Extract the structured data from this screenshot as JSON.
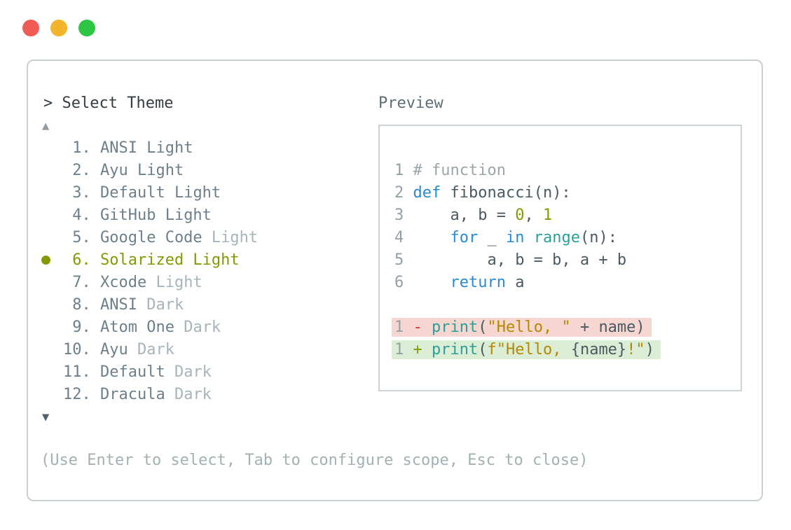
{
  "colors": {
    "traffic_red": "#f05c54",
    "traffic_yellow": "#f3b32b",
    "traffic_green": "#2dc643",
    "window_border": "#c9d0d2",
    "header_text": "#333e44",
    "label_text": "#5c6e76",
    "item_text": "#6c7f8a",
    "item_dim": "#a7b4ba",
    "selected": "#859900",
    "hint_text": "#a2b1b1",
    "kw_blue": "#268bd2",
    "fn_teal": "#2aa198",
    "num_olive": "#859900",
    "str_yellow": "#b58900",
    "diff_red": "#dc322f",
    "removed_bg": "#f5d6d1",
    "added_bg": "#dcedd5"
  },
  "header": {
    "prompt": ">",
    "title": "Select Theme"
  },
  "theme_list": {
    "scroll_up_icon": "▲",
    "scroll_down_icon": "▼",
    "items": [
      {
        "number": "1.",
        "name": "ANSI",
        "variant": "Light",
        "variant_dimmed": false,
        "selected": false
      },
      {
        "number": "2.",
        "name": "Ayu",
        "variant": "Light",
        "variant_dimmed": false,
        "selected": false
      },
      {
        "number": "3.",
        "name": "Default",
        "variant": "Light",
        "variant_dimmed": false,
        "selected": false
      },
      {
        "number": "4.",
        "name": "GitHub",
        "variant": "Light",
        "variant_dimmed": false,
        "selected": false
      },
      {
        "number": "5.",
        "name": "Google Code",
        "variant": "Light",
        "variant_dimmed": true,
        "selected": false
      },
      {
        "number": "6.",
        "name": "Solarized",
        "variant": "Light",
        "variant_dimmed": false,
        "selected": true
      },
      {
        "number": "7.",
        "name": "Xcode",
        "variant": "Light",
        "variant_dimmed": true,
        "selected": false
      },
      {
        "number": "8.",
        "name": "ANSI",
        "variant": "Dark",
        "variant_dimmed": true,
        "selected": false
      },
      {
        "number": "9.",
        "name": "Atom One",
        "variant": "Dark",
        "variant_dimmed": true,
        "selected": false
      },
      {
        "number": "10.",
        "name": "Ayu",
        "variant": "Dark",
        "variant_dimmed": true,
        "selected": false
      },
      {
        "number": "11.",
        "name": "Default",
        "variant": "Dark",
        "variant_dimmed": true,
        "selected": false
      },
      {
        "number": "12.",
        "name": "Dracula",
        "variant": "Dark",
        "variant_dimmed": true,
        "selected": false
      }
    ]
  },
  "preview": {
    "label": "Preview",
    "lines": [
      {
        "num": "1",
        "tokens": [
          {
            "t": "# function",
            "c": "comment"
          }
        ]
      },
      {
        "num": "2",
        "tokens": [
          {
            "t": "def",
            "c": "kw"
          },
          {
            "t": " fibonacci(n):",
            "c": "plain"
          }
        ]
      },
      {
        "num": "3",
        "tokens": [
          {
            "t": "    a, b = ",
            "c": "plain"
          },
          {
            "t": "0",
            "c": "num"
          },
          {
            "t": ", ",
            "c": "plain"
          },
          {
            "t": "1",
            "c": "num"
          }
        ]
      },
      {
        "num": "4",
        "tokens": [
          {
            "t": "    ",
            "c": "plain"
          },
          {
            "t": "for",
            "c": "kw"
          },
          {
            "t": " _ ",
            "c": "plain"
          },
          {
            "t": "in",
            "c": "kw"
          },
          {
            "t": " ",
            "c": "plain"
          },
          {
            "t": "range",
            "c": "fn"
          },
          {
            "t": "(n):",
            "c": "plain"
          }
        ]
      },
      {
        "num": "5",
        "tokens": [
          {
            "t": "        a, b = b, a + b",
            "c": "plain"
          }
        ]
      },
      {
        "num": "6",
        "tokens": [
          {
            "t": "    ",
            "c": "plain"
          },
          {
            "t": "return",
            "c": "kw"
          },
          {
            "t": " a",
            "c": "plain"
          }
        ]
      },
      {
        "num": "",
        "tokens": []
      },
      {
        "num": "1",
        "diff": "removed",
        "tokens": [
          {
            "t": "- ",
            "c": "minus"
          },
          {
            "t": "print",
            "c": "fn"
          },
          {
            "t": "(",
            "c": "plain"
          },
          {
            "t": "\"Hello, \"",
            "c": "str"
          },
          {
            "t": " + name)",
            "c": "plain"
          }
        ]
      },
      {
        "num": "1",
        "diff": "added",
        "tokens": [
          {
            "t": "+ ",
            "c": "plus"
          },
          {
            "t": "print",
            "c": "fn"
          },
          {
            "t": "(",
            "c": "plain"
          },
          {
            "t": "f\"Hello, ",
            "c": "str"
          },
          {
            "t": "{name}",
            "c": "plain"
          },
          {
            "t": "!\"",
            "c": "str"
          },
          {
            "t": ")",
            "c": "plain"
          }
        ]
      }
    ]
  },
  "footer": {
    "hint": "(Use Enter to select, Tab to configure scope, Esc to close)"
  }
}
